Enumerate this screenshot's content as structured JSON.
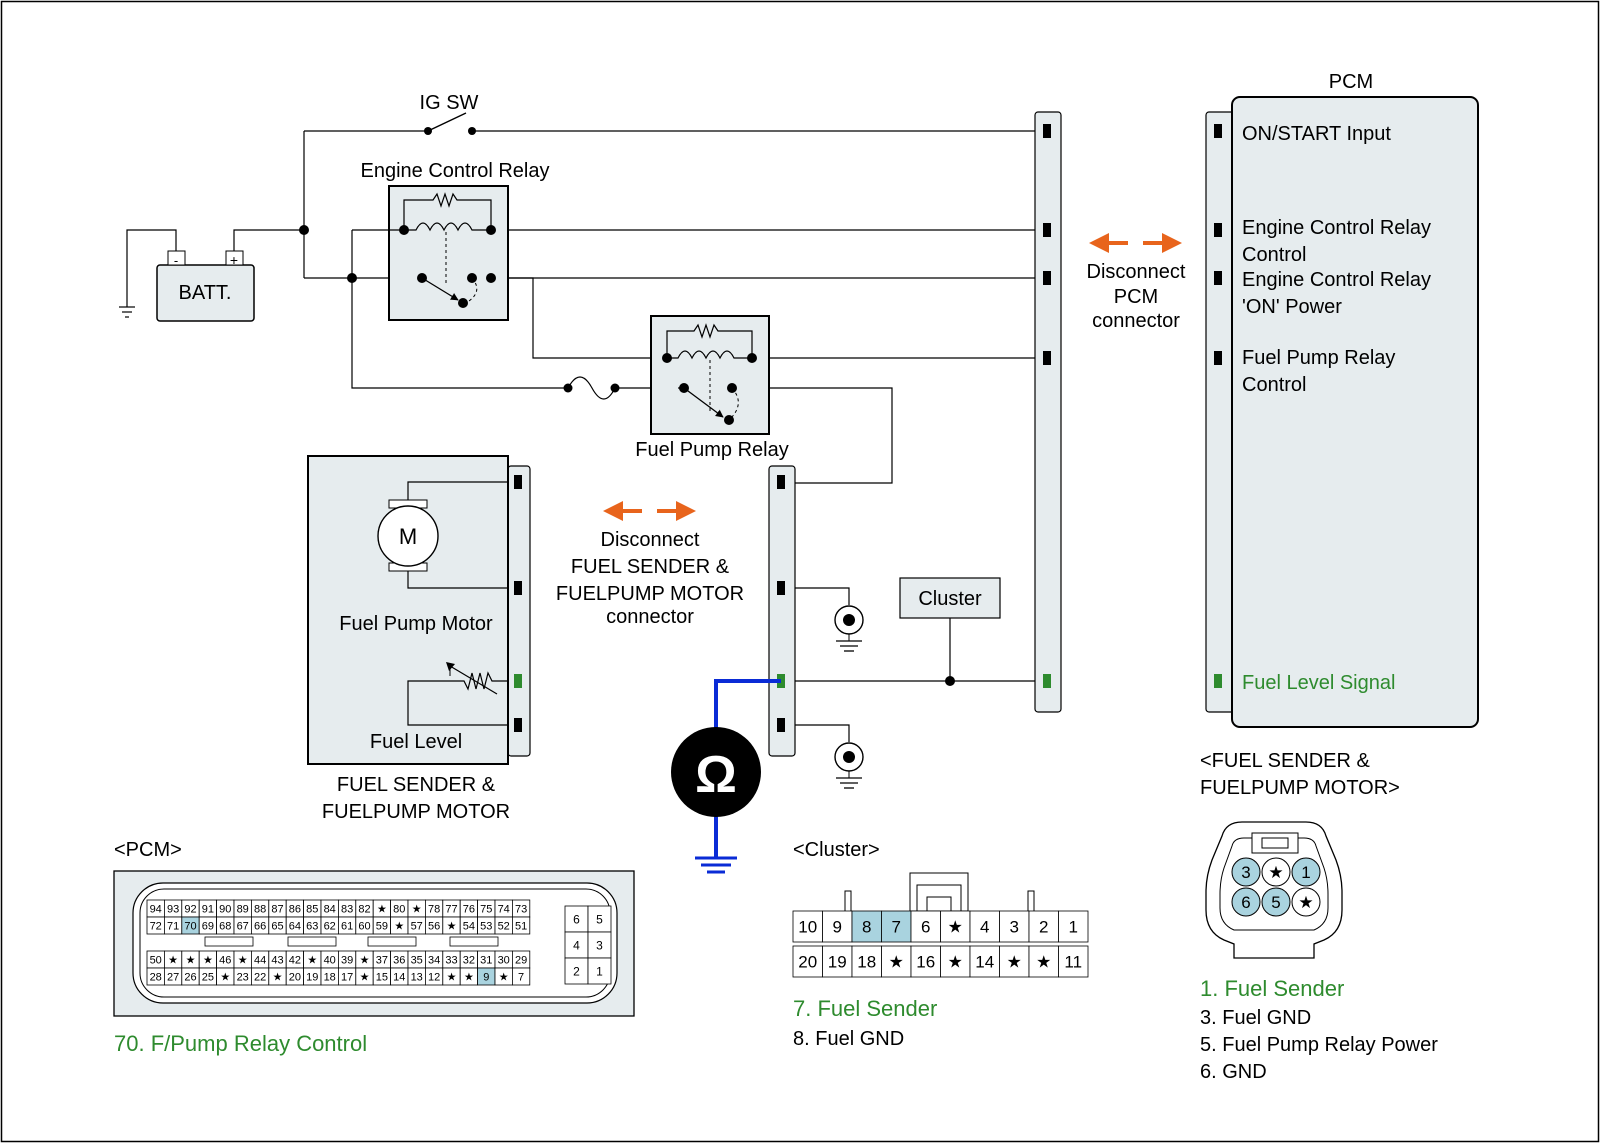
{
  "labels": {
    "ig_sw": "IG SW",
    "engine_control_relay": "Engine Control Relay",
    "fuel_pump_relay": "Fuel Pump Relay",
    "battery": "BATT.",
    "battery_neg": "-",
    "battery_pos": "+",
    "pcm": "PCM",
    "motor_symbol": "M",
    "fuel_pump_motor": "Fuel Pump Motor",
    "fuel_level": "Fuel Level",
    "fuel_sender_line1": "FUEL SENDER &",
    "fuel_sender_line2": "FUELPUMP MOTOR",
    "cluster": "Cluster",
    "ohm_symbol": "Ω"
  },
  "pcm_pins": {
    "on_start": "ON/START Input",
    "ecr_control_1": "Engine Control Relay",
    "ecr_control_2": "Control",
    "ecr_power_1": "Engine Control Relay",
    "ecr_power_2": "'ON' Power",
    "fpr_control_1": "Fuel Pump Relay",
    "fpr_control_2": "Control",
    "fuel_level_signal": "Fuel Level Signal"
  },
  "disconnect": {
    "pcm_1": "Disconnect",
    "pcm_2": "PCM",
    "pcm_3": "connector",
    "sender_1": "Disconnect",
    "sender_2": "FUEL SENDER &",
    "sender_3": "FUELPUMP MOTOR",
    "sender_4": "connector"
  },
  "connectors": {
    "pcm_title": "<PCM>",
    "pcm_note": "70. F/Pump Relay Control",
    "pcm_row1": [
      "94",
      "93",
      "92",
      "91",
      "90",
      "89",
      "88",
      "87",
      "86",
      "85",
      "84",
      "83",
      "82",
      "★",
      "80",
      "★",
      "78",
      "77",
      "76",
      "75",
      "74",
      "73"
    ],
    "pcm_row2": [
      "72",
      "71",
      "70",
      "69",
      "68",
      "67",
      "66",
      "65",
      "64",
      "63",
      "62",
      "61",
      "60",
      "59",
      "★",
      "57",
      "56",
      "★",
      "54",
      "53",
      "52",
      "51"
    ],
    "pcm_row3": [
      "50",
      "★",
      "★",
      "★",
      "46",
      "★",
      "44",
      "43",
      "42",
      "★",
      "40",
      "39",
      "★",
      "37",
      "36",
      "35",
      "34",
      "33",
      "32",
      "31",
      "30",
      "29"
    ],
    "pcm_row4": [
      "28",
      "27",
      "26",
      "25",
      "★",
      "23",
      "22",
      "★",
      "20",
      "19",
      "18",
      "17",
      "★",
      "15",
      "14",
      "13",
      "12",
      "★",
      "★",
      "9",
      "★",
      "7"
    ],
    "pcm_side": [
      "6",
      "5",
      "4",
      "3",
      "2",
      "1"
    ],
    "cluster_title": "<Cluster>",
    "cluster_row1": [
      "10",
      "9",
      "8",
      "7",
      "6",
      "★",
      "4",
      "3",
      "2",
      "1"
    ],
    "cluster_row2": [
      "20",
      "19",
      "18",
      "★",
      "16",
      "★",
      "14",
      "★",
      "★",
      "11"
    ],
    "cluster_note_1": "7. Fuel Sender",
    "cluster_note_2": "8. Fuel GND",
    "sender_title_1": "<FUEL SENDER &",
    "sender_title_2": "FUELPUMP MOTOR>",
    "sender_pins": [
      "3",
      "★",
      "1",
      "6",
      "5",
      "★"
    ],
    "sender_note_1": "1. Fuel Sender",
    "sender_note_2": "3. Fuel GND",
    "sender_note_3": "5. Fuel Pump Relay Power",
    "sender_note_4": "6. GND"
  },
  "colors": {
    "wire": "#000000",
    "highlight_wire": "#0a2bd6",
    "green": "#2e8b2e",
    "orange": "#e8641c",
    "box_fill": "#e6ecee",
    "pin_highlight": "#a9d3df"
  }
}
